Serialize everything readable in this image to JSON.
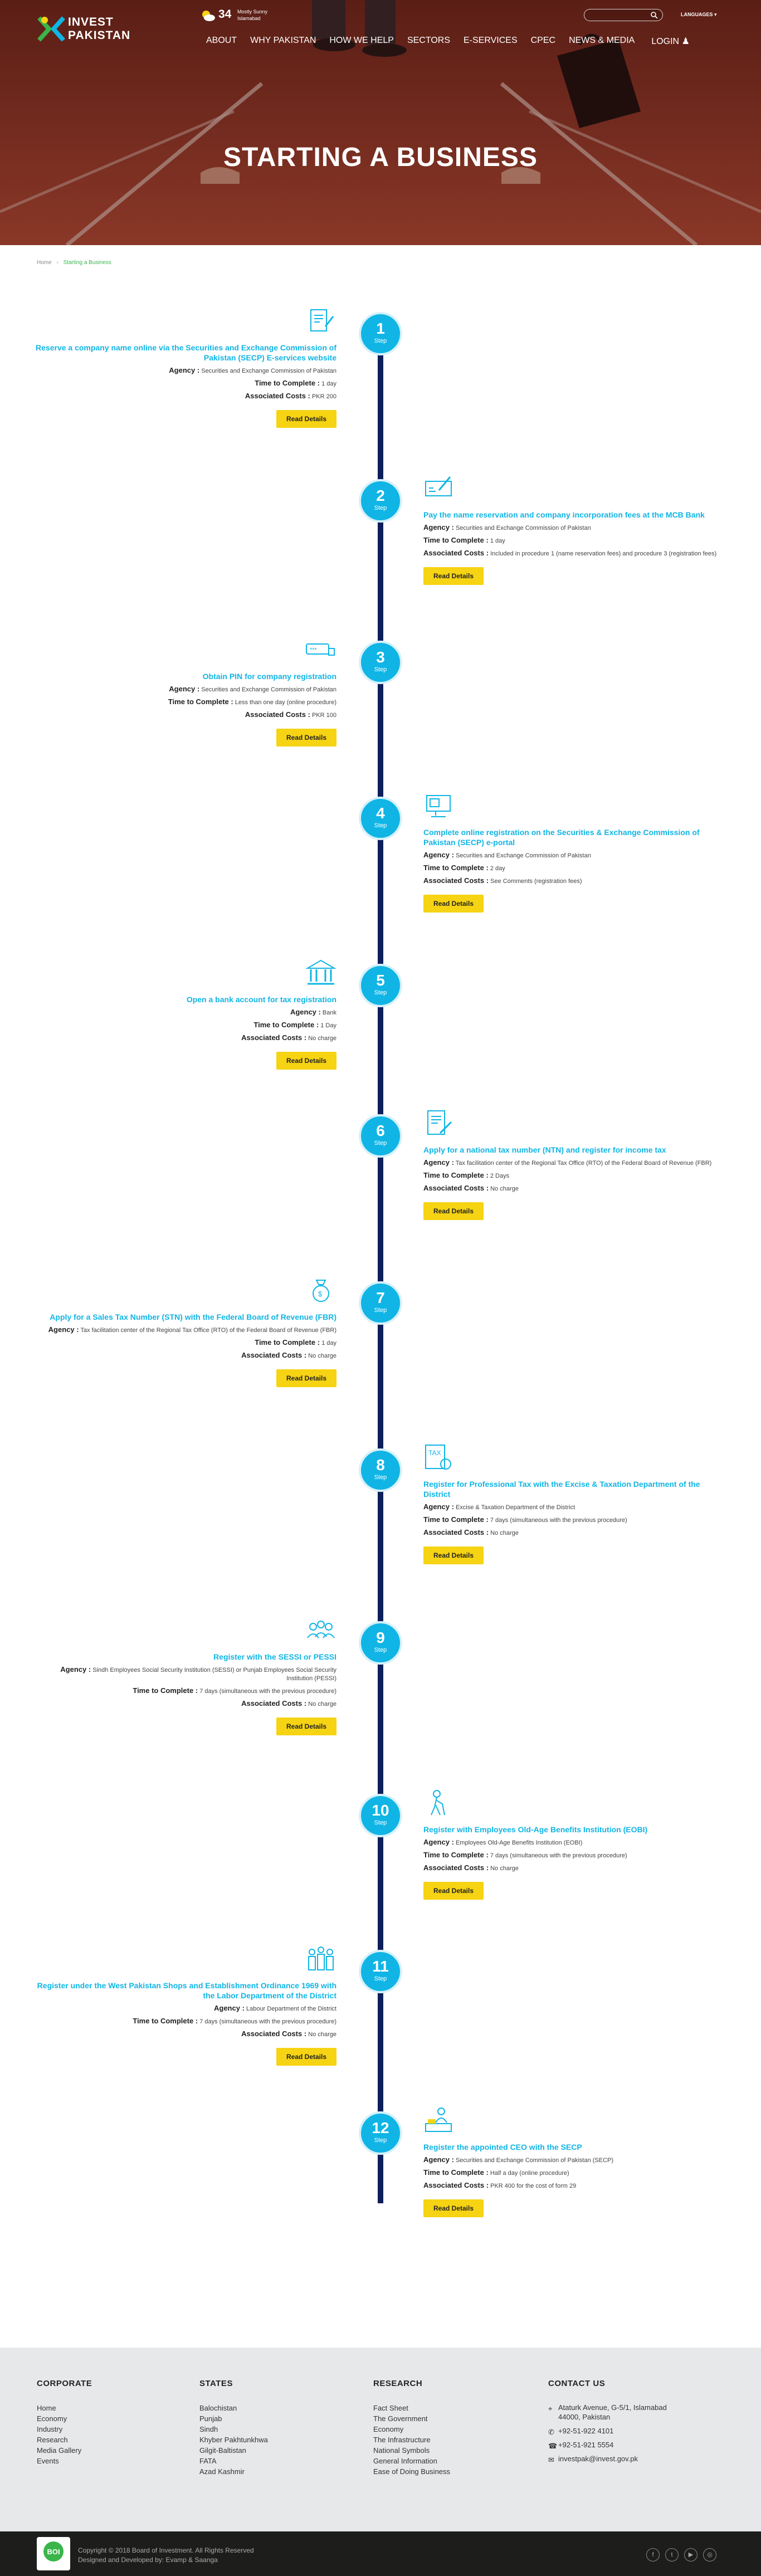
{
  "header": {
    "logo_line1": "INVEST",
    "logo_line2": "PAKISTAN",
    "weather_temp": "34",
    "weather_condition": "Mostly Sunny",
    "weather_city": "Islamabad",
    "search_placeholder": "",
    "language_label": "LANGUAGES",
    "nav": [
      "ABOUT",
      "WHY PAKISTAN",
      "HOW WE HELP",
      "SECTORS",
      "E-SERVICES",
      "CPEC",
      "NEWS & MEDIA",
      "LOGIN"
    ],
    "hero_title": "STARTING A BUSINESS"
  },
  "breadcrumb": {
    "home": "Home",
    "current": "Starting a Business"
  },
  "labels": {
    "agency": "Agency :",
    "time": "Time to Complete :",
    "cost": "Associated Costs :",
    "read_more": "Read Details",
    "step": "Step"
  },
  "steps": [
    {
      "num": "1",
      "title": "Reserve a company name online via the Securities and Exchange Commission of Pakistan (SECP) E-services website",
      "agency": "Securities and Exchange Commission of Pakistan",
      "time": "1 day",
      "cost": "PKR 200",
      "icon": "document-pen-icon"
    },
    {
      "num": "2",
      "title": "Pay the name reservation and company incorporation fees at the MCB Bank",
      "agency": "Securities and Exchange Commission of Pakistan",
      "time": "1 day",
      "cost": "Included in procedure 1 (name reservation fees) and procedure 3 (registration fees)",
      "icon": "cheque-icon"
    },
    {
      "num": "3",
      "title": "Obtain PIN for company registration",
      "agency": "Securities and Exchange Commission of Pakistan",
      "time": "Less than one day (online procedure)",
      "cost": "PKR 100",
      "icon": "pin-code-icon"
    },
    {
      "num": "4",
      "title": "Complete online registration on the Securities & Exchange Commission of Pakistan (SECP) e-portal",
      "agency": "Securities and Exchange Commission of Pakistan",
      "time": "2 day",
      "cost": "See Comments (registration fees)",
      "icon": "computer-icon"
    },
    {
      "num": "5",
      "title": "Open a bank account for tax registration",
      "agency": "Bank",
      "time": "1 Day",
      "cost": "No charge",
      "icon": "bank-icon"
    },
    {
      "num": "6",
      "title": "Apply for a national tax number (NTN) and register for income tax",
      "agency": "Tax facilitation center of the Regional Tax Office (RTO) of the Federal Board of Revenue (FBR)",
      "time": "2 Days",
      "cost": "No charge",
      "icon": "form-pen-icon"
    },
    {
      "num": "7",
      "title": "Apply for a Sales Tax Number (STN) with the Federal Board of Revenue (FBR)",
      "agency": "Tax facilitation center of the Regional Tax Office (RTO) of the Federal Board of Revenue (FBR)",
      "time": "1 day",
      "cost": "No charge",
      "icon": "money-bag-icon"
    },
    {
      "num": "8",
      "title": "Register for Professional Tax with the Excise & Taxation Department of the District",
      "agency": "Excise & Taxation Department of the District",
      "time": "7 days (simultaneous with the previous procedure)",
      "cost": "No charge",
      "icon": "tax-document-icon"
    },
    {
      "num": "9",
      "title": "Register with the SESSI or PESSI",
      "agency": "Sindh Employees Social Security Institution (SESSI) or Punjab Employees Social Security Institution (PESSI)",
      "time": "7 days (simultaneous with the previous procedure)",
      "cost": "No charge",
      "icon": "people-group-icon"
    },
    {
      "num": "10",
      "title": "Register with Employees Old-Age Benefits Institution (EOBI)",
      "agency": "Employees Old-Age Benefits Institution (EOBI)",
      "time": "7 days (simultaneous with the previous procedure)",
      "cost": "No charge",
      "icon": "elderly-person-icon"
    },
    {
      "num": "11",
      "title": "Register under the West Pakistan Shops and Establishment Ordinance 1969 with the Labor Department of the District",
      "agency": "Labour Department of the District",
      "time": "7 days (simultaneous with the previous procedure)",
      "cost": "No charge",
      "icon": "workers-icon"
    },
    {
      "num": "12",
      "title": "Register the appointed CEO with the SECP",
      "agency": "Securities and Exchange Commission of Pakistan (SECP)",
      "time": "Half a day (online procedure)",
      "cost": "PKR 400 for the cost of form 29",
      "icon": "ceo-desk-icon"
    }
  ],
  "footer": {
    "corporate_title": "CORPORATE",
    "corporate": [
      "Home",
      "Economy",
      "Industry",
      "Research",
      "Media Gallery",
      "Events"
    ],
    "states_title": "STATES",
    "states": [
      "Balochistan",
      "Punjab",
      "Sindh",
      "Khyber Pakhtunkhwa",
      "Gilgit-Baltistan",
      "FATA",
      "Azad Kashmir"
    ],
    "research_title": "RESEARCH",
    "research": [
      "Fact Sheet",
      "The Government",
      "Economy",
      "The Infrastructure",
      "National Symbols",
      "General Information",
      "Ease of Doing Business"
    ],
    "contact_title": "CONTACT US",
    "address": "Ataturk Avenue, G-5/1, Islamabad 44000, Pakistan",
    "phone": "+92-51-922 4101",
    "fax": "+92-51-921 5554",
    "email": "investpak@invest.gov.pk",
    "copyright": "Copyright © 2018 Board of Investment. All Rights Reserved",
    "credit": "Designed and Developed by: Evamp & Saanga",
    "boi_label": "BOI"
  },
  "colors": {
    "accent": "#10b5e5",
    "timeline": "#0d1f5a",
    "button": "#f6d313",
    "breadcrumb_active": "#3ab54a"
  }
}
